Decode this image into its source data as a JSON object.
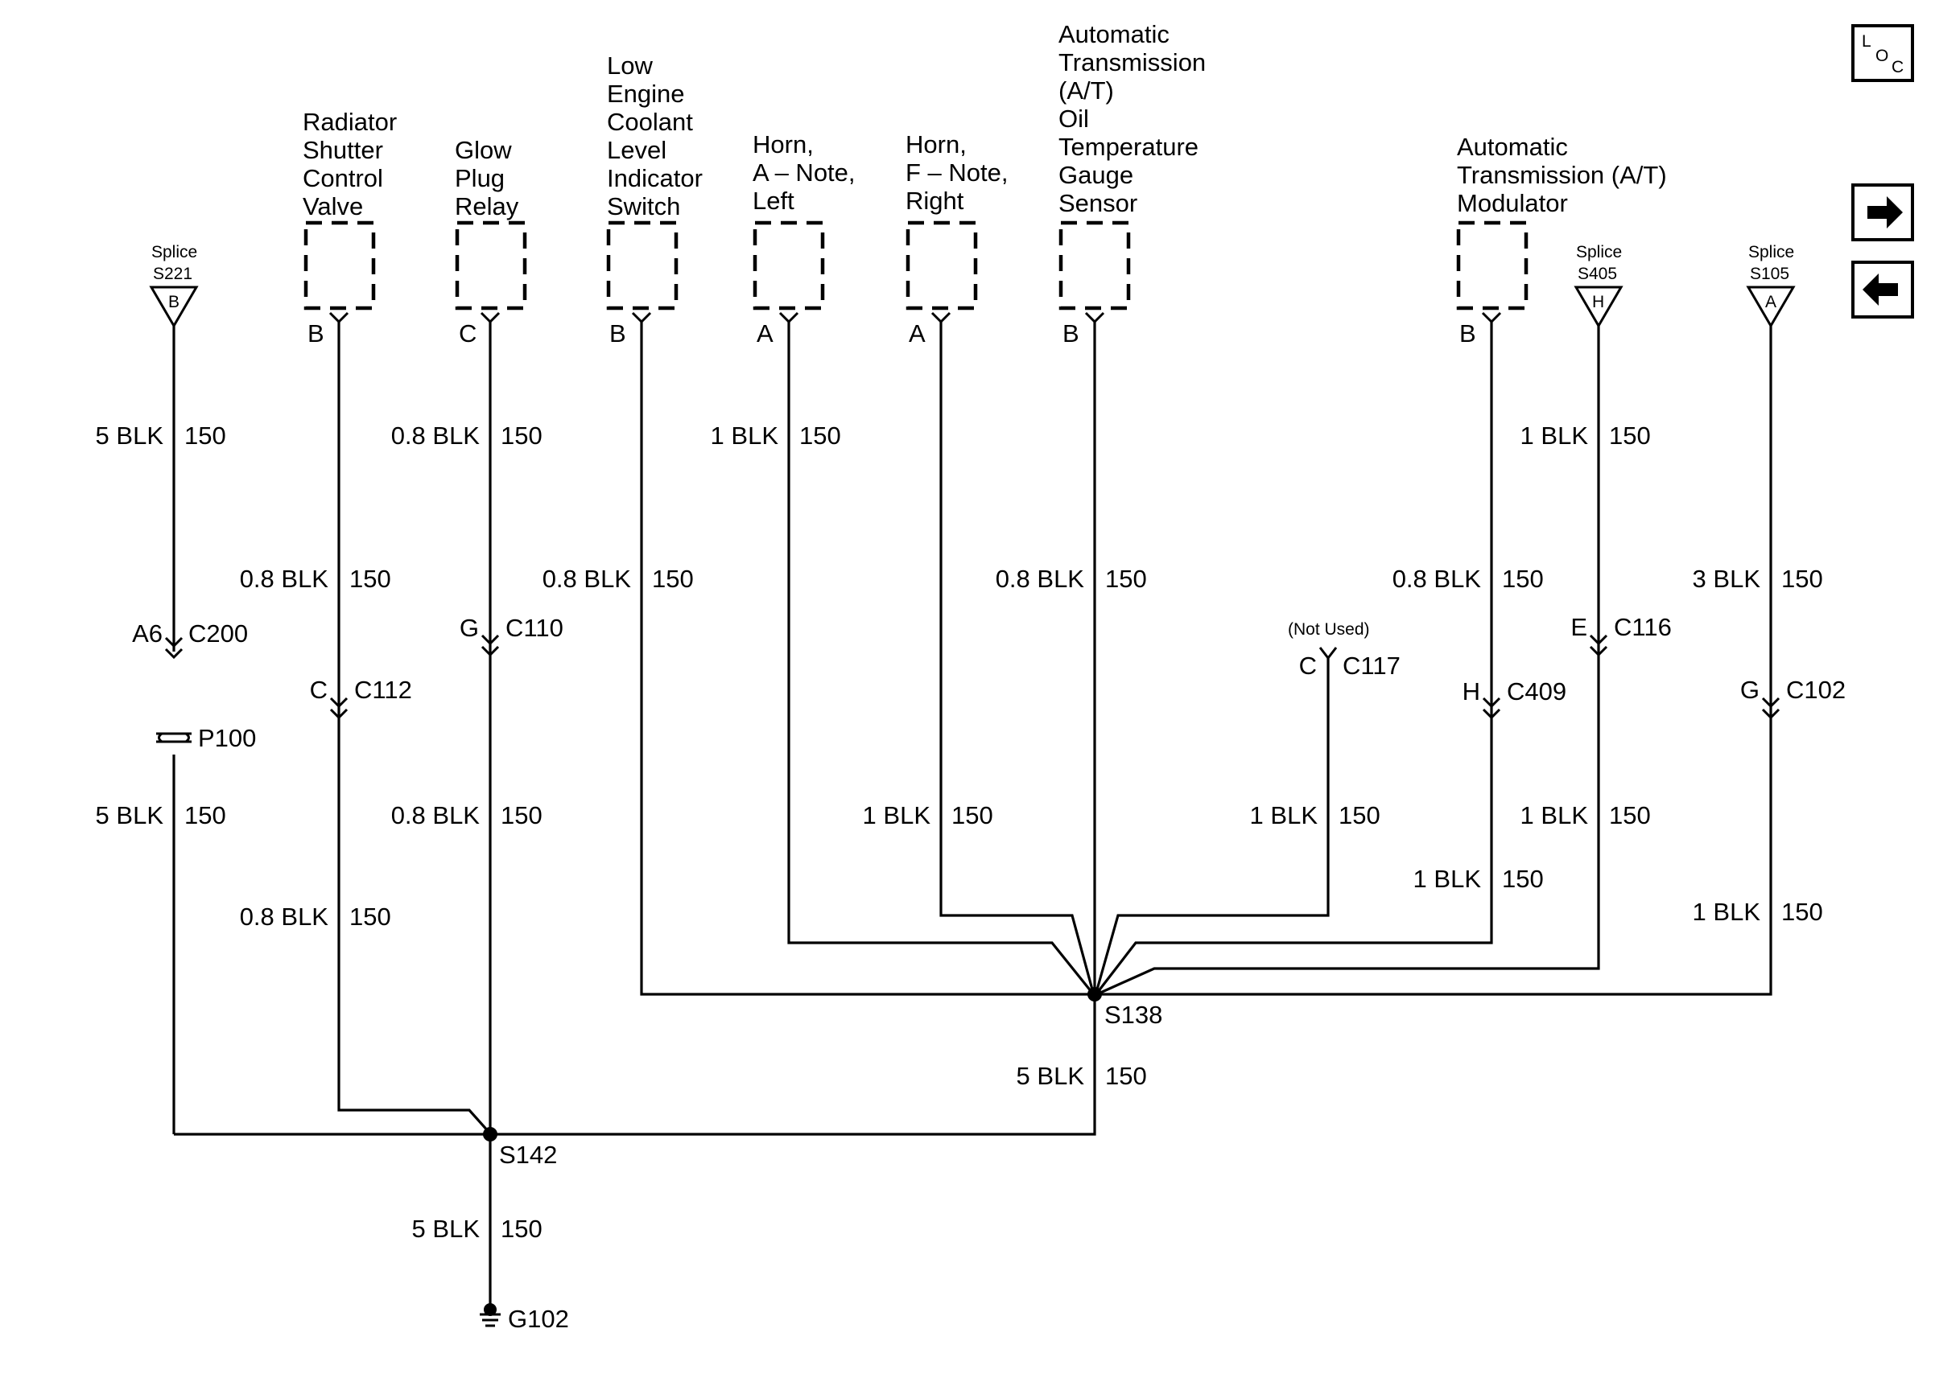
{
  "components": {
    "radiator": [
      "Radiator",
      "Shutter",
      "Control",
      "Valve"
    ],
    "glow": [
      "Glow",
      "Plug",
      "Relay"
    ],
    "coolant": [
      "Low",
      "Engine",
      "Coolant",
      "Level",
      "Indicator",
      "Switch"
    ],
    "hornA": [
      "Horn,",
      "A – Note,",
      "Left"
    ],
    "hornF": [
      "Horn,",
      "F – Note,",
      "Right"
    ],
    "atOil": [
      "Automatic",
      "Transmission",
      "(A/T)",
      "Oil",
      "Temperature",
      "Gauge",
      "Sensor"
    ],
    "atMod": [
      "Automatic",
      "Transmission (A/T)",
      "Modulator"
    ]
  },
  "splices": {
    "s221": {
      "title": "Splice",
      "id": "S221",
      "pin": "B"
    },
    "s405": {
      "title": "Splice",
      "id": "S405",
      "pin": "H"
    },
    "s105": {
      "title": "Splice",
      "id": "S105",
      "pin": "A"
    },
    "s138": "S138",
    "s142": "S142"
  },
  "pins": {
    "radiator": "B",
    "glow": "C",
    "coolant": "B",
    "hornA": "A",
    "hornF": "A",
    "atOil": "B",
    "atMod": "B"
  },
  "wires": {
    "c1_top": "5 BLK",
    "c1_bot": "5 BLK",
    "c2_top": "0.8 BLK",
    "c2_bot": "0.8 BLK",
    "c3_top": "0.8 BLK",
    "c3_bot": "0.8 BLK",
    "c4": "0.8 BLK",
    "c5": "1 BLK",
    "c6": "1 BLK",
    "c7": "0.8 BLK",
    "c8": "1 BLK",
    "c9_top": "0.8 BLK",
    "c9_bot": "1 BLK",
    "c10_top": "1 BLK",
    "c10_bot": "1 BLK",
    "c11_top": "3 BLK",
    "c11_bot": "1 BLK",
    "main138": "5 BLK",
    "ground": "5 BLK",
    "circuit": "150"
  },
  "connectors": {
    "c200": {
      "pin": "A6",
      "id": "C200"
    },
    "p100": "P100",
    "c112": {
      "pin": "C",
      "id": "C112"
    },
    "c110": {
      "pin": "G",
      "id": "C110"
    },
    "c117": {
      "note": "(Not Used)",
      "pin": "C",
      "id": "C117"
    },
    "c409": {
      "pin": "H",
      "id": "C409"
    },
    "c116": {
      "pin": "E",
      "id": "C116"
    },
    "c102": {
      "pin": "G",
      "id": "C102"
    }
  },
  "ground": "G102",
  "nav": {
    "loc": {
      "l": "L",
      "o": "O",
      "c": "C"
    },
    "next": "arrow-right-icon",
    "prev": "arrow-left-icon"
  }
}
